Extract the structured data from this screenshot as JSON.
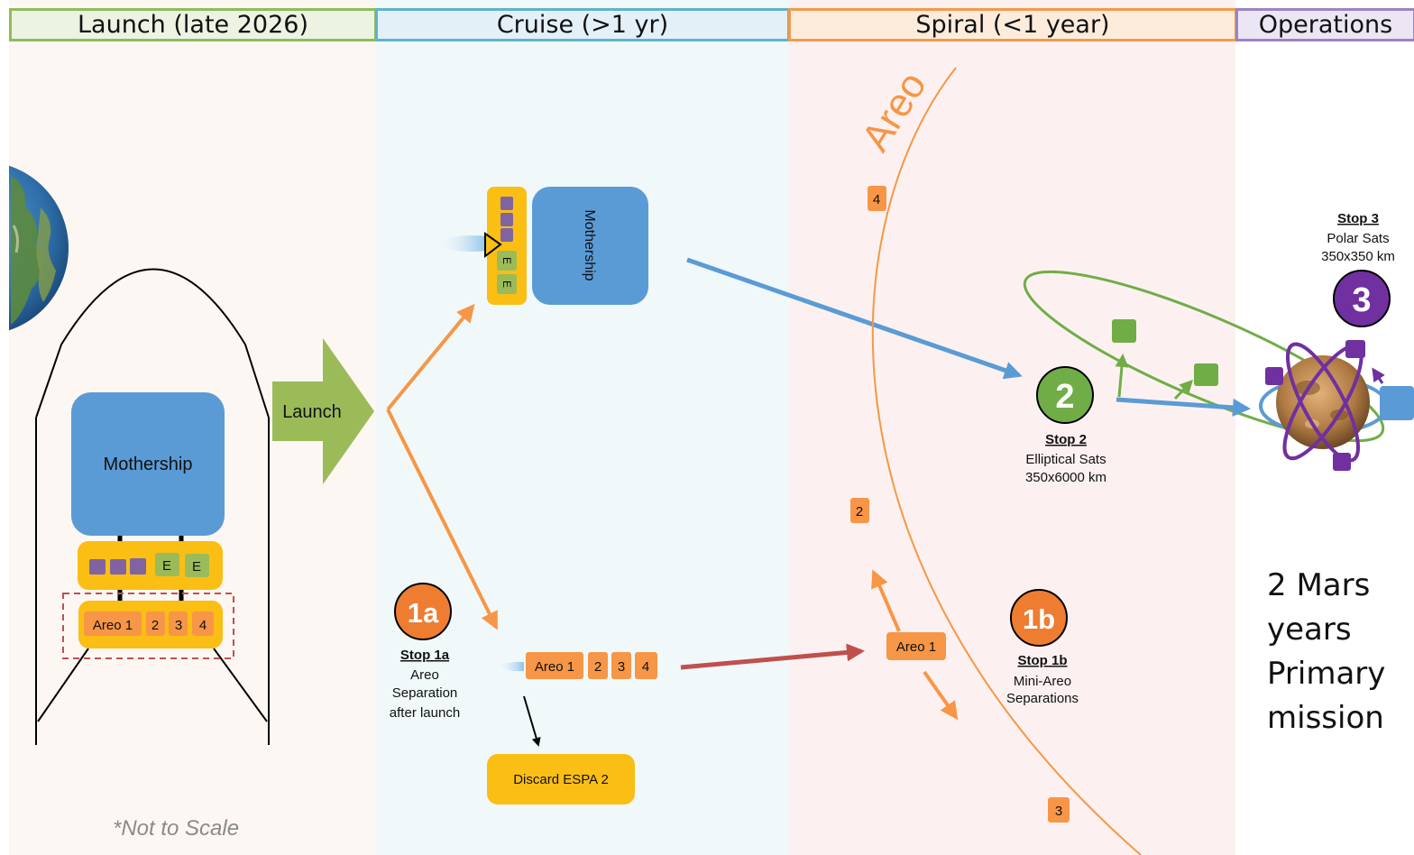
{
  "phases": [
    {
      "label": "Launch (late 2026)"
    },
    {
      "label": "Cruise (>1 yr)"
    },
    {
      "label": "Spiral (<1 year)"
    },
    {
      "label": "Operations"
    }
  ],
  "colors": {
    "launch_border": "#8fbc5a",
    "launch_bg": "#fdf7f3",
    "cruise_border": "#5fb3cc",
    "cruise_bg": "#f0f8fa",
    "spiral_border": "#f39a4b",
    "spiral_bg": "#fcf1f0",
    "ops_border": "#9b83c2",
    "ops_bg": "#ffffff",
    "mothership_blue": "#5b9bd5",
    "espa_yellow": "#fbbe14",
    "areo_orange": "#f79646",
    "stop_orange": "#ee7d31",
    "elliptical_green": "#70ad47",
    "polar_purple": "#7030a0",
    "launch_arrow_green": "#9bbb59",
    "transfer_red": "#c0504d"
  },
  "launch": {
    "mothership_label": "Mothership",
    "espa_upper_e1": "E",
    "espa_upper_e2": "E",
    "areo_labels": [
      "Areo 1",
      "2",
      "3",
      "4"
    ],
    "launch_arrow_label": "Launch",
    "not_to_scale": "*Not to Scale"
  },
  "cruise": {
    "mothership_label": "Mothership",
    "espa_e_labels": [
      "E",
      "E"
    ],
    "stop1a": {
      "badge": "1a",
      "title": "Stop 1a",
      "lines": [
        "Areo",
        "Separation",
        "after launch"
      ]
    },
    "areo_labels": [
      "Areo 1",
      "2",
      "3",
      "4"
    ],
    "discard_label": "Discard ESPA 2"
  },
  "spiral": {
    "orbit_label": "Areo",
    "markers": [
      "4",
      "2",
      "3"
    ],
    "areo1_label": "Areo 1",
    "stop1b": {
      "badge": "1b",
      "title": "Stop 1b",
      "lines": [
        "Mini-Areo",
        "Separations"
      ]
    },
    "stop2": {
      "badge": "2",
      "title": "Stop 2",
      "lines": [
        "Elliptical Sats",
        "350x6000 km"
      ]
    }
  },
  "operations": {
    "stop3": {
      "badge": "3",
      "title": "Stop 3",
      "lines": [
        "Polar Sats",
        "350x350  km"
      ]
    },
    "mission_lines": [
      "2 Mars",
      "years",
      "Primary",
      "mission"
    ]
  }
}
